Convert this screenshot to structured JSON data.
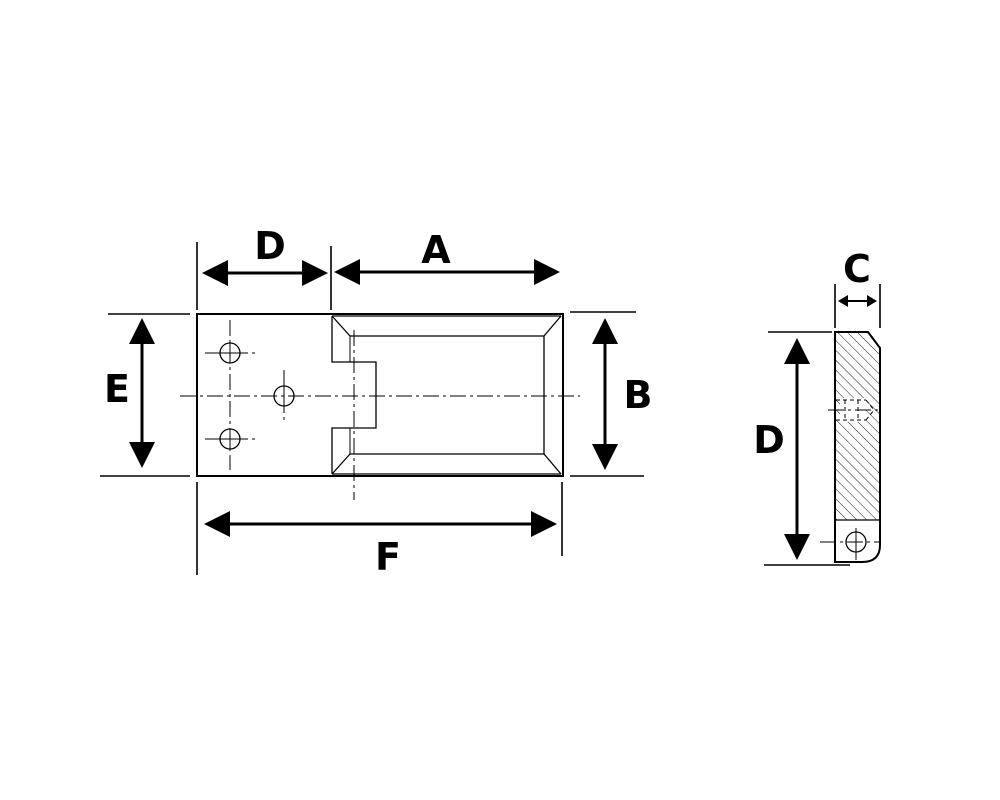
{
  "diagram": {
    "labels": {
      "a": "A",
      "b": "B",
      "c": "C",
      "d_front": "D",
      "d_side": "D",
      "e": "E",
      "f": "F"
    },
    "colors": {
      "line": "#000000",
      "background": "#ffffff"
    }
  }
}
